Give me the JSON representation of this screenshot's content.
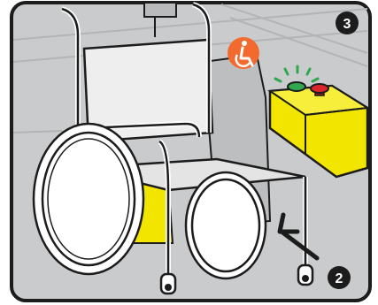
{
  "illustration": {
    "subject": "wheelchair-docking-station",
    "step_markers": [
      {
        "label": "3"
      },
      {
        "label": "2"
      }
    ],
    "colors": {
      "frame_border": "#1c1c1c",
      "background_panel": "#c9cbcc",
      "accent_yellow": "#f2e600",
      "wheelchair_symbol_bg": "#f26a2e",
      "green_button": "#2fa84f",
      "red_button": "#d8262c",
      "marker_fill": "#1c1c1c"
    },
    "icons": [
      "wheelchair-symbol-icon",
      "arrow-icon",
      "green-button-icon",
      "red-button-icon"
    ]
  }
}
